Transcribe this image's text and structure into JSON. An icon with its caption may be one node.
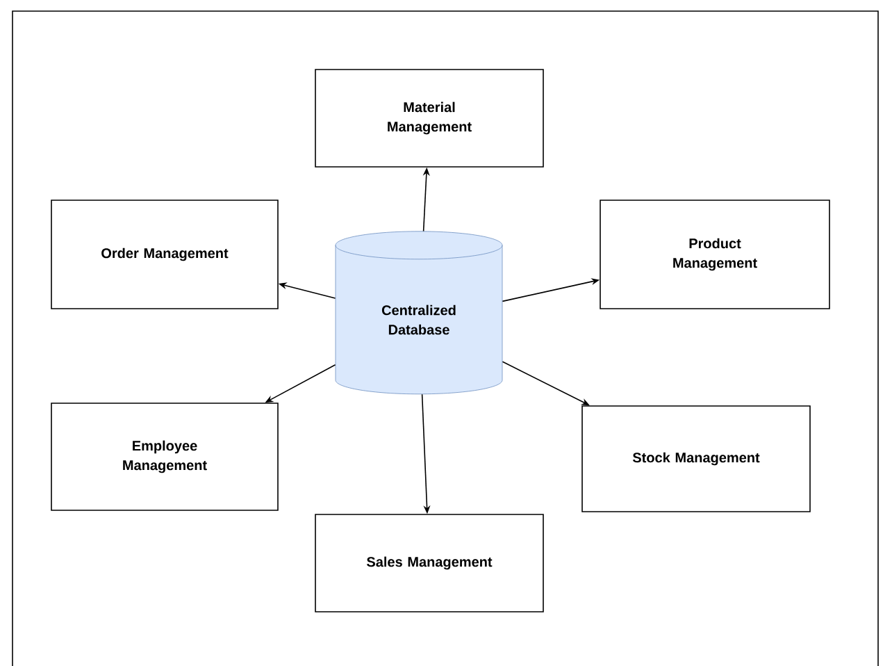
{
  "diagram": {
    "nodes": [
      {
        "text": [
          "Material Management"
        ]
      },
      {
        "text": [
          "Order Management"
        ]
      },
      {
        "text": [
          "Centralized Database"
        ]
      },
      {
        "text": [
          "Product Management"
        ]
      },
      {
        "text": [
          "Employee Management"
        ]
      },
      {
        "text": [
          "Stock Management"
        ]
      },
      {
        "text": [
          "Sales Management"
        ]
      }
    ],
    "edges": [
      {
        "from": 2,
        "to": 0,
        "arrow": "to"
      },
      {
        "from": 2,
        "to": 1,
        "arrow": "to"
      },
      {
        "from": 2,
        "to": 3,
        "arrow": "to"
      },
      {
        "from": 2,
        "to": 4,
        "arrow": "to"
      },
      {
        "from": 2,
        "to": 5,
        "arrow": "to"
      },
      {
        "from": 2,
        "to": 6,
        "arrow": "to"
      }
    ]
  }
}
